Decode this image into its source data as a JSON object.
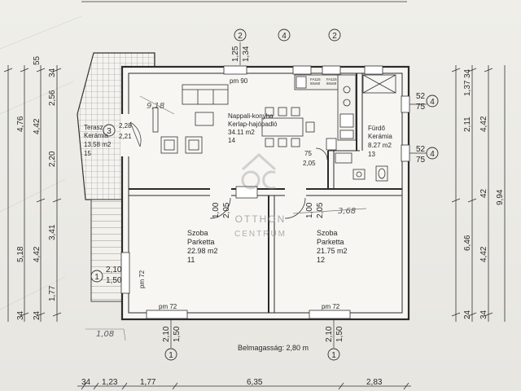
{
  "rooms": {
    "living": {
      "name": "Nappali-konyha",
      "floor": "Kerlap-hajópadló",
      "area": "34.11 m2",
      "num": "14"
    },
    "terrace": {
      "name": "Terasz",
      "floor": "Kerámia",
      "area": "13.58 m2",
      "num": "15",
      "dim1": "2,28",
      "dim2": "2,21"
    },
    "bath": {
      "name": "Fürdő",
      "floor": "Kerámia",
      "area": "8.27 m2",
      "num": "13"
    },
    "room_left": {
      "name": "Szoba",
      "floor": "Parketta",
      "area": "22.98 m2",
      "num": "11"
    },
    "room_right": {
      "name": "Szoba",
      "floor": "Parketta",
      "area": "21.75 m2",
      "num": "12"
    }
  },
  "ceiling_height": "Belmagasság: 2,80 m",
  "watermark": {
    "line1": "OTTHON",
    "line2": "CENTRUM"
  },
  "window_labels": {
    "living_top": "pm 90",
    "room_left_bottom": "pm 72",
    "room_right_bottom": "pm 72",
    "room_left_side": "pm 72",
    "fa1": "FA115\n60x60",
    "fa2": "FA115\n60x60"
  },
  "door_labels": {
    "living_bath_w": "75",
    "living_bath_h": "2,05",
    "bath_right1_w": "52",
    "bath_right1_h": "75",
    "bath_right2_w": "52",
    "bath_right2_h": "75"
  },
  "markers": {
    "top": [
      "2",
      "4",
      "2"
    ],
    "right": [
      "4",
      "4"
    ],
    "terrace": "3",
    "terrace_left": "1",
    "bottom": [
      "1",
      "1"
    ]
  },
  "top_dims": [
    "1,25",
    "1,34"
  ],
  "bottom_dims": [
    "34",
    "1,23",
    "1,77",
    "6,35",
    "2,83"
  ],
  "left_dims": [
    "34",
    "55",
    "4,76",
    "4,42",
    "2,56",
    "2,20",
    "3,41",
    "5,18",
    "4,42",
    "1,77",
    "24",
    "34"
  ],
  "right_dims": [
    "34",
    "1,37",
    "2,11",
    "4,42",
    "9,94",
    "6,46",
    "4,42",
    "24",
    "34",
    "42"
  ],
  "door_dims": [
    "1,00",
    "2,05",
    "1,00",
    "2,05"
  ],
  "bottom_window_dims": [
    "2,10",
    "1,50",
    "2,10",
    "1,50"
  ],
  "terrace_window": [
    "2,10",
    "1,50"
  ],
  "pencil": [
    "9,18",
    "3,68",
    "1,08"
  ]
}
